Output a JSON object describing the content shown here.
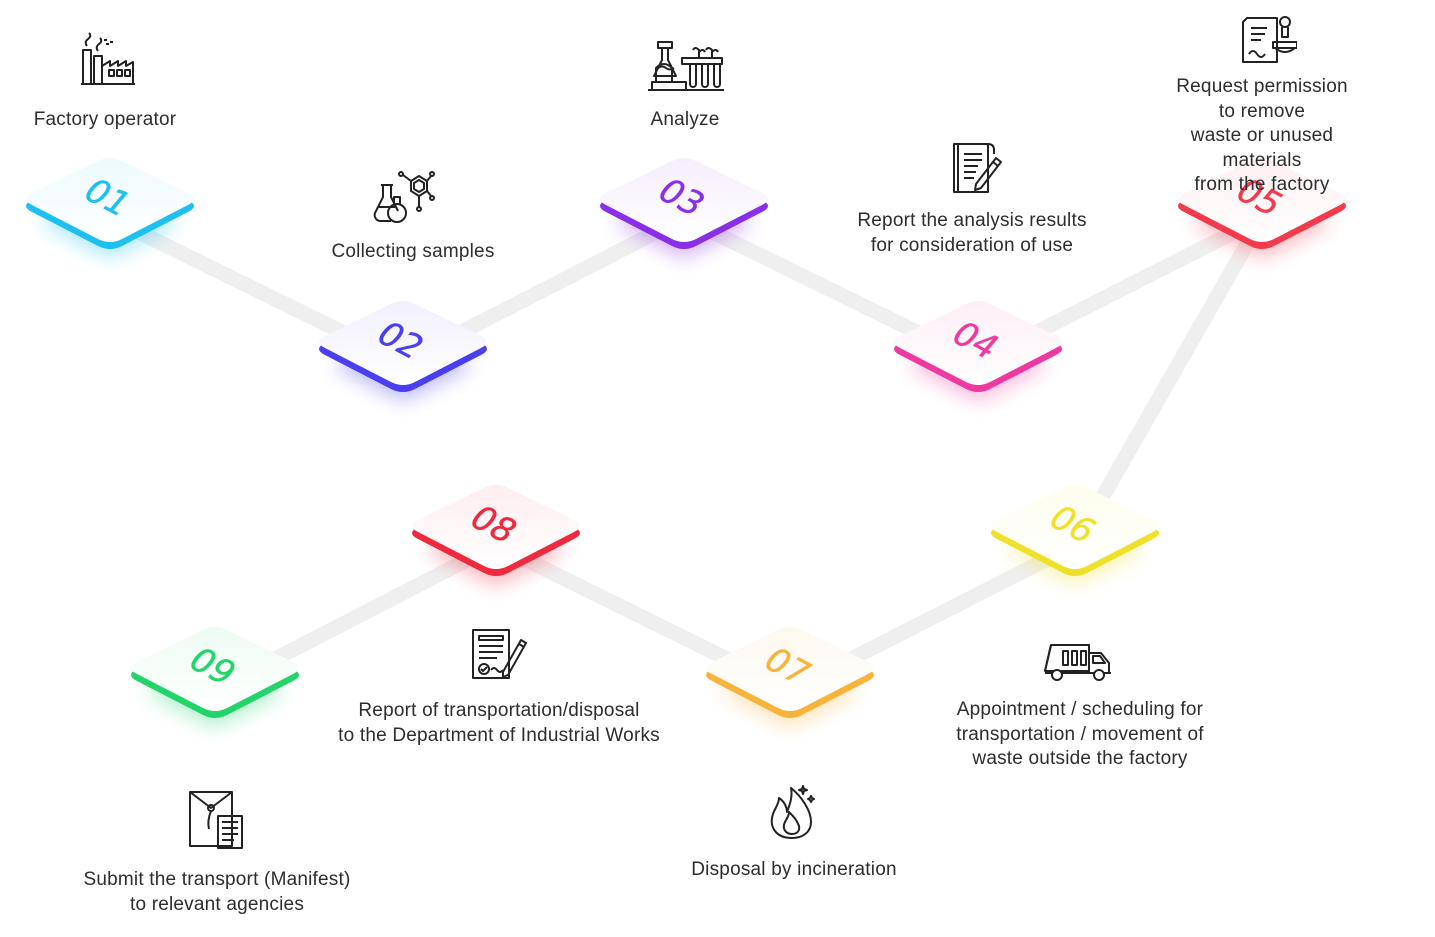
{
  "diagram": {
    "steps": [
      {
        "num": "01",
        "label": "Factory operator",
        "color": "#1ec0f0",
        "icon": "factory-icon"
      },
      {
        "num": "02",
        "label": "Collecting samples",
        "color": "#4a3ff0",
        "icon": "lab-flasks-icon"
      },
      {
        "num": "03",
        "label": "Analyze",
        "color": "#8a2ee8",
        "icon": "lab-analysis-icon"
      },
      {
        "num": "04",
        "label": "Report the analysis results\nfor consideration of use",
        "color": "#ee3aa0",
        "icon": "report-document-icon"
      },
      {
        "num": "05",
        "label": "Request permission to remove\nwaste or unused materials\nfrom the factory",
        "color": "#f23a4c",
        "icon": "stamp-document-icon"
      },
      {
        "num": "06",
        "label": "Appointment / scheduling for\ntransportation / movement of\nwaste outside the factory",
        "color": "#efe12a",
        "icon": "garbage-truck-icon"
      },
      {
        "num": "07",
        "label": "Disposal by incineration",
        "color": "#f8b33a",
        "icon": "fire-icon"
      },
      {
        "num": "08",
        "label": "Report of transportation/disposal\nto the Department of Industrial Works",
        "color": "#ee2a3e",
        "icon": "signed-report-icon"
      },
      {
        "num": "09",
        "label": "Submit the transport (Manifest)\nto relevant agencies",
        "color": "#22d46a",
        "icon": "manifest-envelope-icon"
      }
    ]
  }
}
